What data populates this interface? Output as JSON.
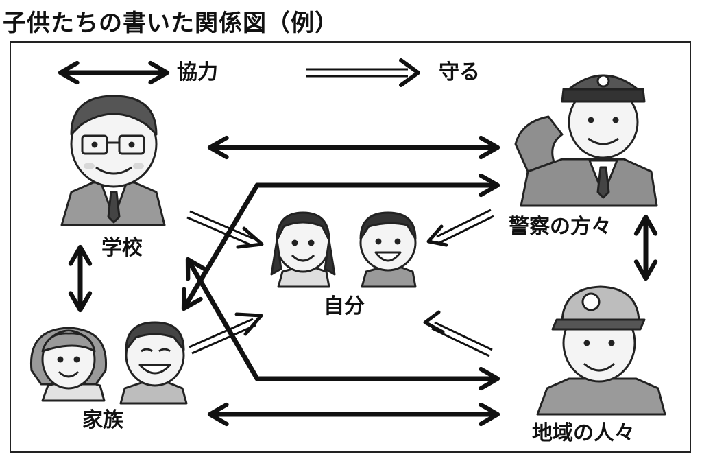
{
  "title": "子供たちの書いた関係図（例）",
  "legend": {
    "cooperation": "協力",
    "protect": "守る"
  },
  "nodes": {
    "school": "学校",
    "family": "家族",
    "self": "自分",
    "police": "警察の方々",
    "community": "地域の人々"
  },
  "relations": [
    {
      "from": "学校",
      "to": "警察の方々",
      "kind": "協力"
    },
    {
      "from": "学校",
      "to": "家族",
      "kind": "協力"
    },
    {
      "from": "警察の方々",
      "to": "地域の人々",
      "kind": "協力"
    },
    {
      "from": "家族",
      "to": "地域の人々",
      "kind": "協力"
    },
    {
      "from": "学校",
      "to": "地域の人々",
      "kind": "協力"
    },
    {
      "from": "家族",
      "to": "警察の方々",
      "kind": "協力"
    },
    {
      "from": "学校",
      "to": "自分",
      "kind": "守る"
    },
    {
      "from": "家族",
      "to": "自分",
      "kind": "守る"
    },
    {
      "from": "警察の方々",
      "to": "自分",
      "kind": "守る"
    },
    {
      "from": "地域の人々",
      "to": "自分",
      "kind": "守る"
    }
  ]
}
